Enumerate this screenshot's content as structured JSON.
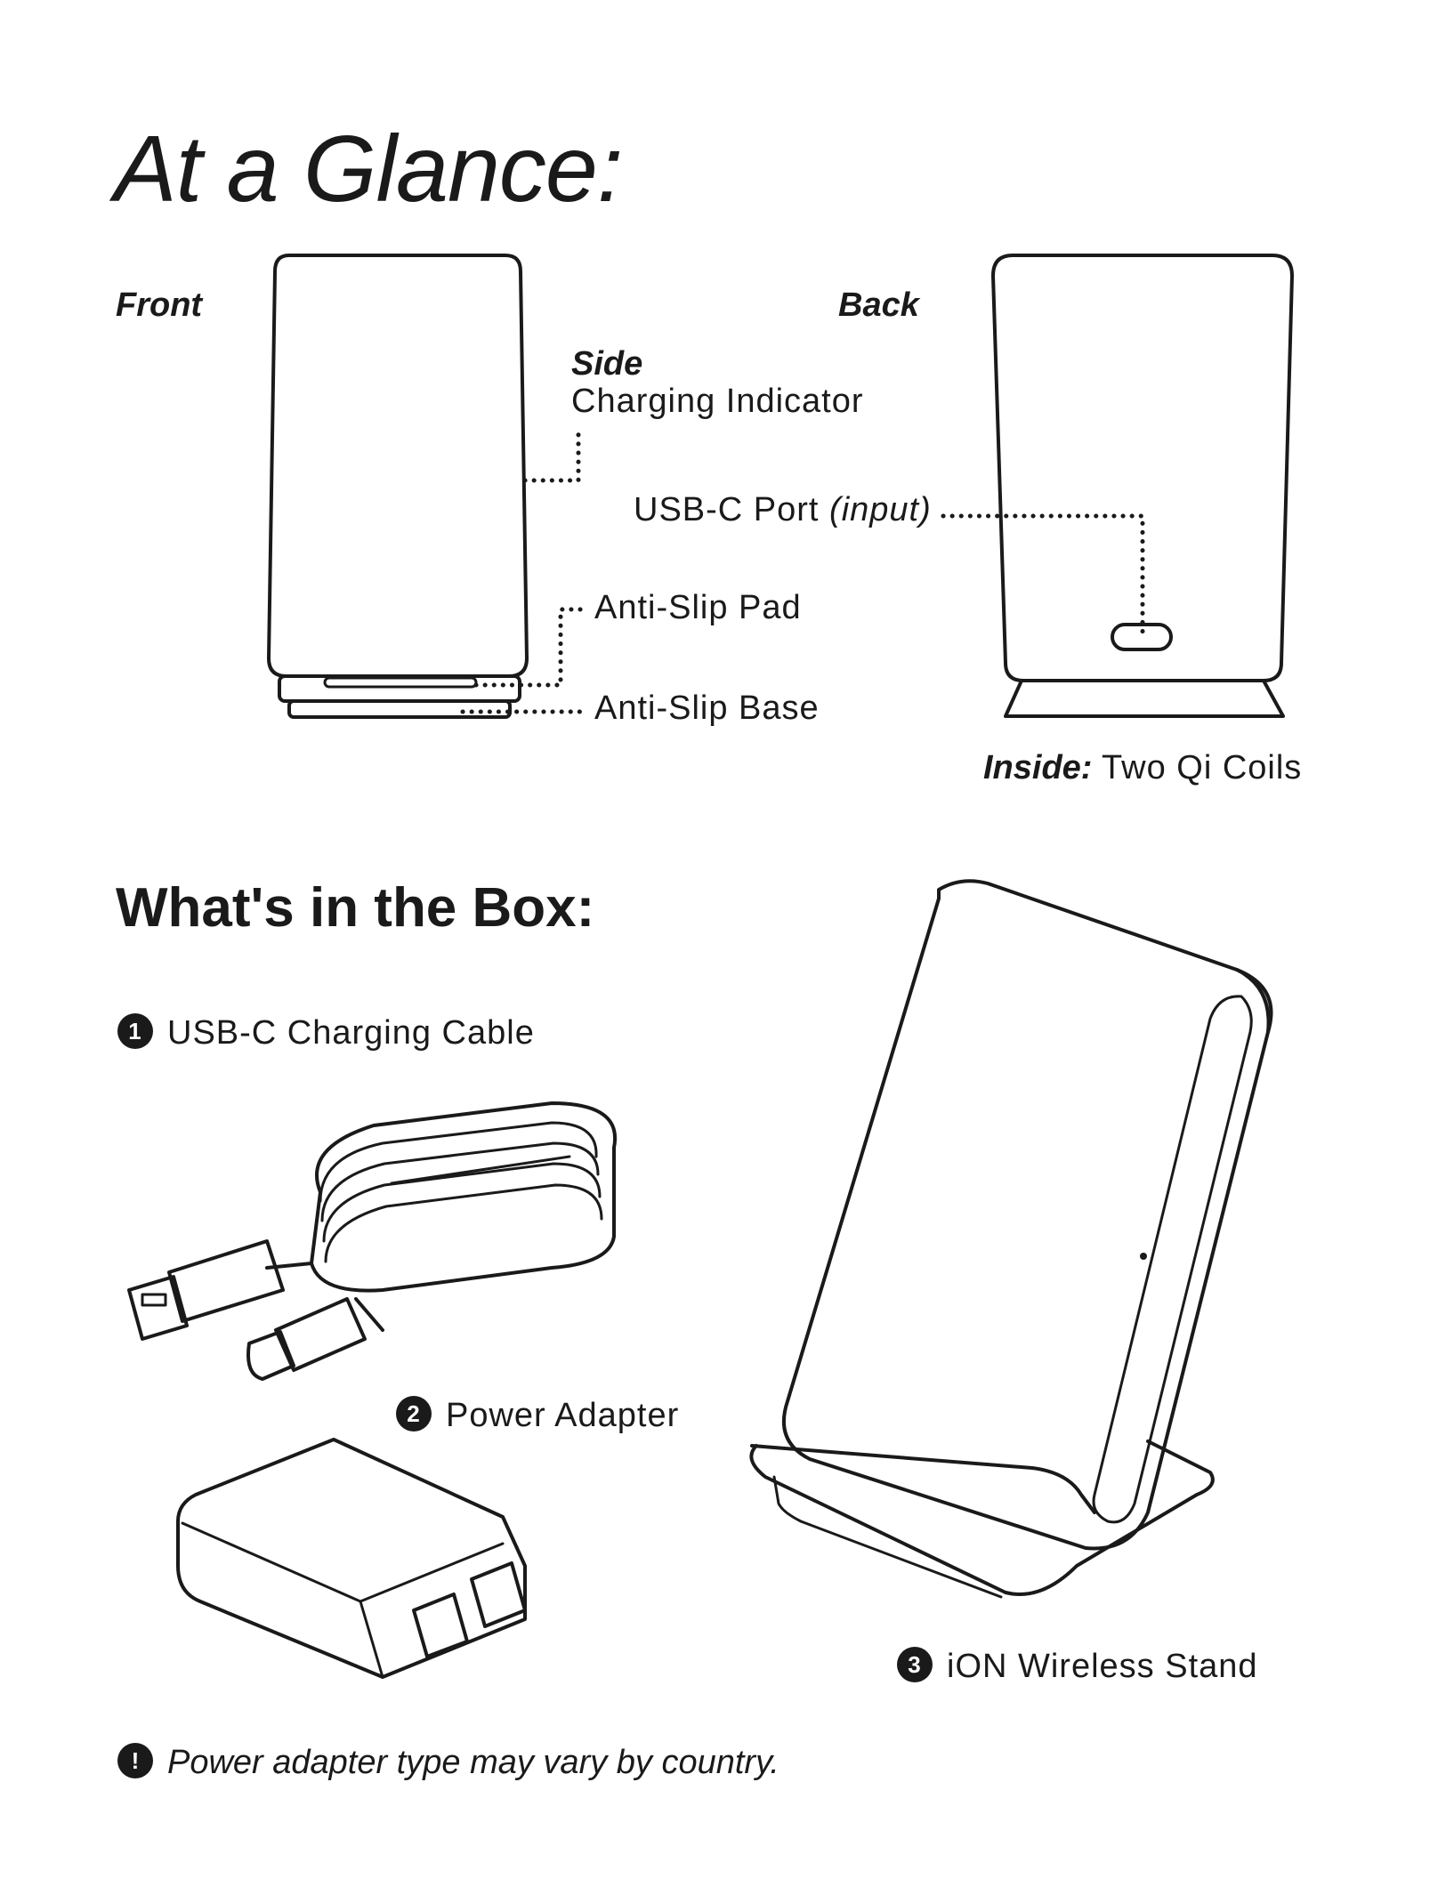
{
  "title": "At a Glance:",
  "glance": {
    "front_label": "Front",
    "back_label": "Back",
    "side_label": "Side",
    "charging_indicator": "Charging Indicator",
    "usb_port": "USB-C Port",
    "usb_port_note": "(input)",
    "anti_slip_pad": "Anti-Slip Pad",
    "anti_slip_base": "Anti-Slip Base",
    "inside_label": "Inside:",
    "inside_value": "Two Qi Coils"
  },
  "box": {
    "heading": "What's in the Box:",
    "items": [
      {
        "number": "1",
        "label": "USB-C Charging Cable"
      },
      {
        "number": "2",
        "label": "Power Adapter"
      },
      {
        "number": "3",
        "label": "iON Wireless Stand"
      }
    ],
    "note_icon": "!",
    "note": "Power adapter type may vary by country."
  },
  "icons": [
    "front-stand-drawing",
    "back-stand-drawing",
    "usb-cable-drawing",
    "power-adapter-drawing",
    "wireless-stand-drawing"
  ]
}
